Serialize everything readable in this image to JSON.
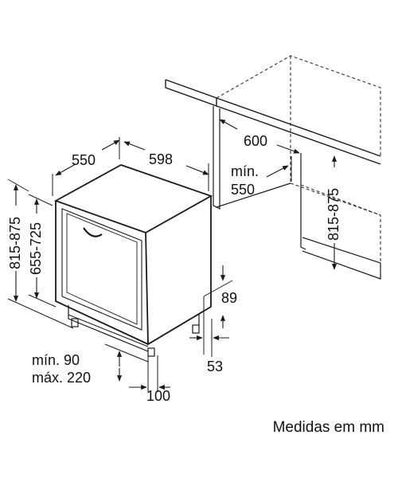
{
  "diagram": {
    "dimensions": {
      "appliance_depth": "550",
      "appliance_width": "598",
      "niche_width": "600",
      "niche_depth_min_label": "mín.",
      "niche_depth_min_value": "550",
      "niche_height_range": "815-875",
      "overall_height_range": "815-875",
      "appliance_height_range": "655-725",
      "plinth_height": "89",
      "plinth_recess": "53",
      "door_gap_min": "mín. 90",
      "door_gap_max": "máx. 220",
      "foot_offset": "100"
    },
    "caption": "Medidas em mm"
  },
  "colors": {
    "line": "#1a1a1a",
    "text": "#111111",
    "background": "#ffffff"
  }
}
